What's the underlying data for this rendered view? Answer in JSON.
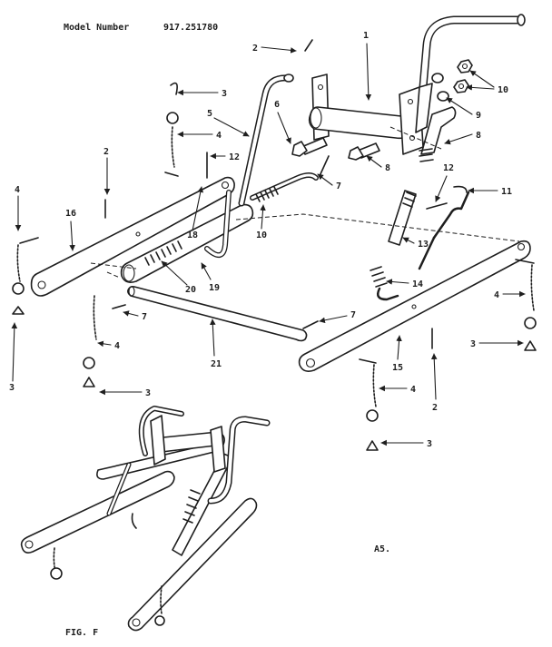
{
  "header": {
    "model_label": "Model Number",
    "model_number": "917.251780"
  },
  "footer": {
    "figure_label": "FIG. F",
    "section_code": "A5."
  },
  "callouts": [
    "1",
    "2",
    "3",
    "4",
    "5",
    "6",
    "7",
    "8",
    "9",
    "10",
    "11",
    "12",
    "13",
    "14",
    "15",
    "16",
    "18",
    "19",
    "20",
    "21"
  ],
  "colors": {
    "ink": "#1e1e1e",
    "paper": "#ffffff"
  }
}
